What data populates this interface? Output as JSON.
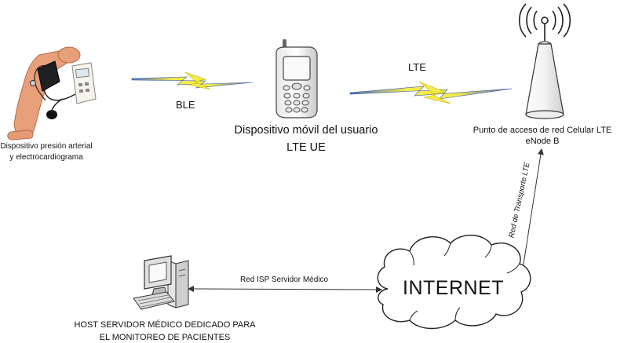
{
  "labels": {
    "device": "Dispositivo presión arterial y electrocardiograma",
    "ble": "BLE",
    "lte": "LTE",
    "mobile_line1": "Dispositivo móvil del usuario",
    "mobile_line2": "LTE UE",
    "enodeb_line1": "Punto de acceso de red Celular LTE",
    "enodeb_line2": "eNode B",
    "transport": "Red de Transporte LTE",
    "isp": "Red ISP Servidor Médico",
    "internet": "INTERNET",
    "host_line1": "HOST SERVIDOR MÉDICO DEDICADO PARA",
    "host_line2": "EL MONITOREO DE PACIENTES"
  },
  "icons": {
    "device": "blood-pressure-monitor-icon",
    "mobile": "mobile-phone-icon",
    "antenna": "enodeb-antenna-icon",
    "cloud": "internet-cloud-icon",
    "host": "server-computer-icon",
    "wireless_link": "lightning-link-icon"
  },
  "colors": {
    "lightning_fill": "#f4ec4a",
    "lightning_edge": "#3c5aa8",
    "lines": "#333333"
  }
}
